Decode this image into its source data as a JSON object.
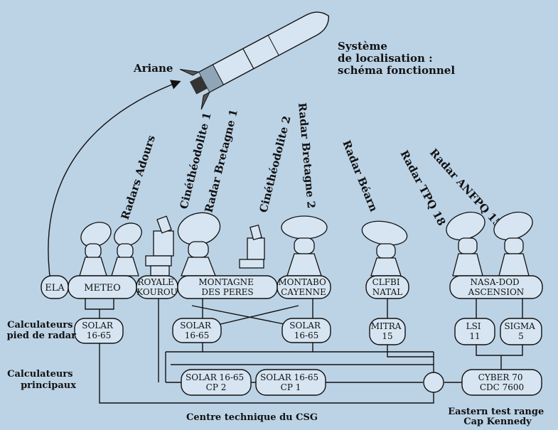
{
  "title": [
    "Système",
    "de localisation :",
    "schéma fonctionnel"
  ],
  "rocket_label": "Ariane",
  "station_labels": {
    "adours": "Radars Adours",
    "cine1": "Cinéthéodolite 1",
    "bretagne1": "Radar Bretagne 1",
    "cine2": "Cinéthéodolite 2",
    "bretagne2": "Radar Bretagne 2",
    "bearn": "Radar Béarn",
    "tpq18": "Radar TPQ 18",
    "anfpq15": "Radar ANFPQ 15"
  },
  "sites": {
    "ela": "ELA",
    "meteo": "METEO",
    "royale": [
      "ROYALE",
      "KOUROU"
    ],
    "montagne": [
      "MONTAGNE",
      "DES PERES"
    ],
    "montabo": [
      "MONTABO",
      "CAYENNE"
    ],
    "clfbi": [
      "CLFBI",
      "NATAL"
    ],
    "nasa": [
      "NASA-DOD",
      "ASCENSION"
    ]
  },
  "computers": {
    "solar_a": [
      "SOLAR",
      "16-65"
    ],
    "solar_b": [
      "SOLAR",
      "16-65"
    ],
    "solar_c": [
      "SOLAR",
      "16-65"
    ],
    "mitra": [
      "MITRA",
      "15"
    ],
    "lsi": [
      "LSI",
      "11"
    ],
    "sigma": [
      "SIGMA",
      "5"
    ],
    "cp2": [
      "SOLAR 16-65",
      "CP 2"
    ],
    "cp1": [
      "SOLAR 16-65",
      "CP 1"
    ],
    "cyber": [
      "CYBER 70",
      "CDC 7600"
    ]
  },
  "side_labels": {
    "radar_foot": [
      "Calculateurs",
      "pied de radar"
    ],
    "main": [
      "Calculateurs",
      "principaux"
    ]
  },
  "bottom_labels": {
    "csg": "Centre technique du CSG",
    "eastern": [
      "Eastern test range",
      "Cap Kennedy"
    ]
  }
}
